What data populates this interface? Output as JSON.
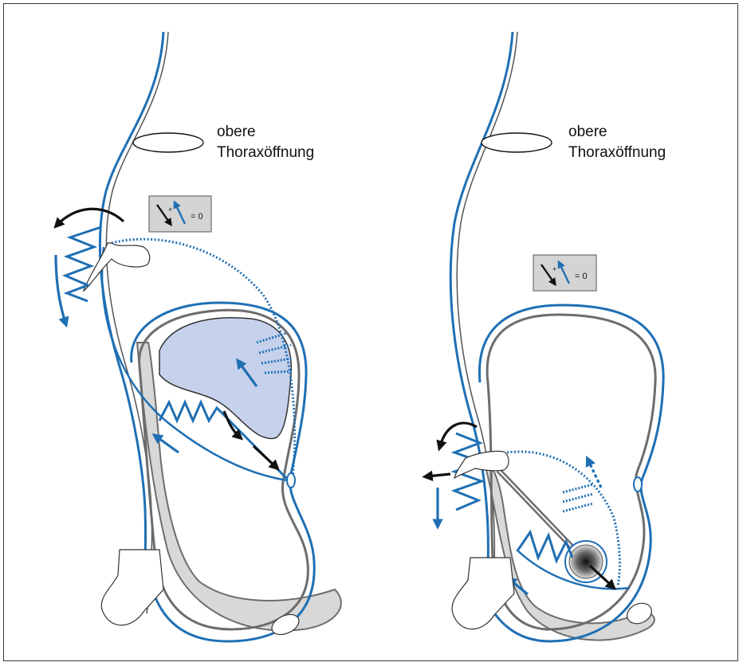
{
  "colors": {
    "blue": "#1f6fb4",
    "gray": "#6d6d6d",
    "light_gray": "#d8d8d8",
    "light_blue": "#c6d1ec",
    "box_fill": "#d4d4d4",
    "black": "#111111"
  },
  "left_panel": {
    "label_line1": "obere",
    "label_line2": "Thoraxöffnung",
    "equation_text": "= 0",
    "equation_plus": "+"
  },
  "right_panel": {
    "label_line1": "obere",
    "label_line2": "Thoraxöffnung",
    "equation_text": "= 0",
    "equation_plus": "+"
  }
}
